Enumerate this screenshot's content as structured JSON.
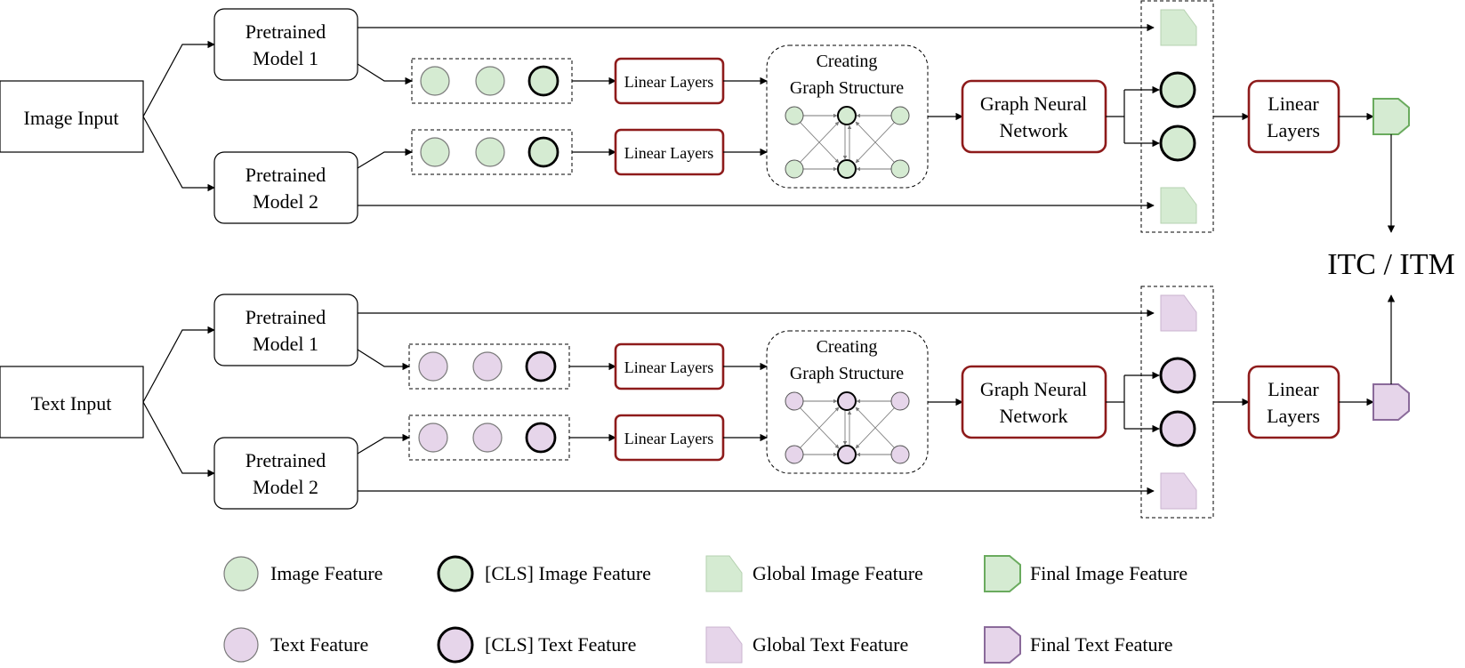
{
  "colors": {
    "image_fill": "#d5ebd2",
    "image_stroke": "#86b47f",
    "text_fill": "#e6d5ea",
    "text_stroke": "#9a79a7",
    "accent_red": "#8e1b1b"
  },
  "rows": [
    {
      "input_label": "Image Input",
      "model1": [
        "Pretrained",
        "Model 1"
      ],
      "model2": [
        "Pretrained",
        "Model 2"
      ],
      "linear1": "Linear Layers",
      "linear2": "Linear Layers",
      "graph_title": [
        "Creating",
        "Graph Structure"
      ],
      "gnn": [
        "Graph Neural",
        "Network"
      ],
      "final_linear": [
        "Linear",
        "Layers"
      ]
    },
    {
      "input_label": "Text Input",
      "model1": [
        "Pretrained",
        "Model 1"
      ],
      "model2": [
        "Pretrained",
        "Model 2"
      ],
      "linear1": "Linear Layers",
      "linear2": "Linear Layers",
      "graph_title": [
        "Creating",
        "Graph Structure"
      ],
      "gnn": [
        "Graph Neural",
        "Network"
      ],
      "final_linear": [
        "Linear",
        "Layers"
      ]
    }
  ],
  "output_label": "ITC / ITM",
  "legend": {
    "image_feature": "Image Feature",
    "cls_image_feature": "[CLS] Image Feature",
    "global_image_feature": "Global Image Feature",
    "final_image_feature": "Final Image Feature",
    "text_feature": "Text Feature",
    "cls_text_feature": "[CLS] Text Feature",
    "global_text_feature": "Global Text Feature",
    "final_text_feature": "Final Text Feature"
  }
}
